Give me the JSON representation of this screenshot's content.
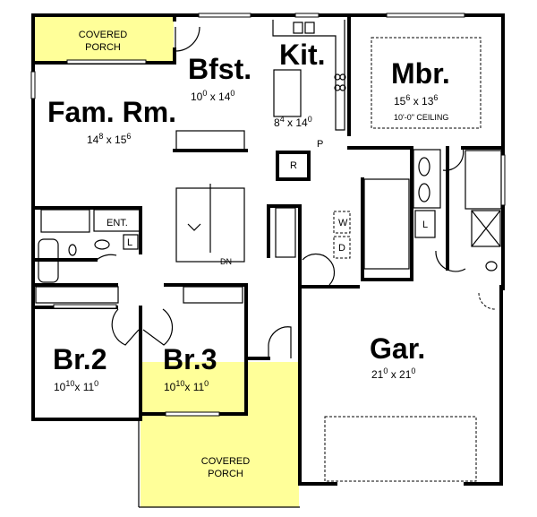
{
  "rooms": {
    "porch_top": {
      "line1": "COVERED",
      "line2": "PORCH"
    },
    "bfst": {
      "name": "Bfst.",
      "w": "10",
      "w_in": "0",
      "x": "x 14",
      "d_in": "0"
    },
    "kit": {
      "name": "Kit.",
      "w": "8",
      "w_in": "4",
      "x": "x 14",
      "d_in": "0"
    },
    "fam": {
      "name": "Fam. Rm.",
      "w": "14",
      "w_in": "8",
      "x": "x 15",
      "d_in": "6"
    },
    "mbr": {
      "name": "Mbr.",
      "w": "15",
      "w_in": "6",
      "x": "x 13",
      "d_in": "6",
      "note": "10'-0\" CEILING"
    },
    "br2": {
      "name": "Br.2",
      "w": "10",
      "w_in": "10",
      "x": "x 11",
      "d_in": "0"
    },
    "br3": {
      "name": "Br.3",
      "w": "10",
      "w_in": "10",
      "x": "x 11",
      "d_in": "0"
    },
    "gar": {
      "name": "Gar.",
      "w": "21",
      "w_in": "0",
      "x": "x 21",
      "d_in": "0"
    },
    "porch_bottom": {
      "line1": "COVERED",
      "line2": "PORCH"
    }
  },
  "labels": {
    "pantry": "P",
    "refrigerator": "R",
    "entertainment": "ENT.",
    "linen_hall": "L",
    "linen_master": "L",
    "washer": "W",
    "dryer": "D",
    "stairs_down": "DN"
  },
  "colors": {
    "porch": "#ffff99",
    "walls": "#000000",
    "background": "#ffffff"
  }
}
